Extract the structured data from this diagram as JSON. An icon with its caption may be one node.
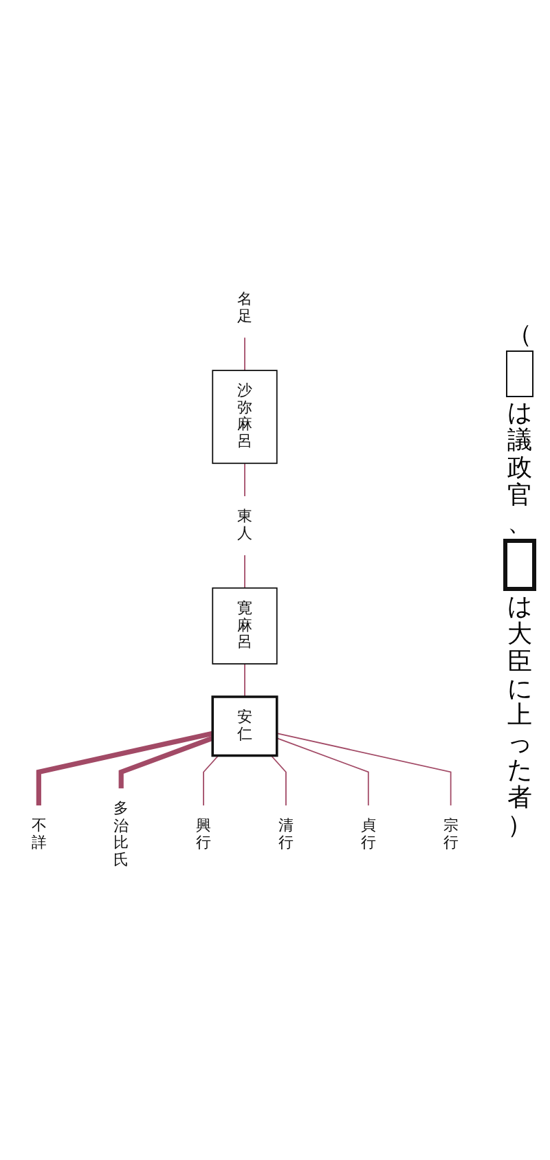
{
  "diagram": {
    "nodes": [
      {
        "text": [
          "名足"
        ]
      },
      {
        "text": [
          "沙弥麻呂"
        ]
      },
      {
        "text": [
          "東人"
        ]
      },
      {
        "text": [
          "寛麻呂"
        ]
      },
      {
        "text": [
          "安仁"
        ]
      },
      {
        "text": [
          "不詳"
        ]
      },
      {
        "text": [
          "多治比氏"
        ]
      },
      {
        "text": [
          "興行"
        ]
      },
      {
        "text": [
          "清行"
        ]
      },
      {
        "text": [
          "貞行"
        ]
      },
      {
        "text": [
          "宗行"
        ]
      }
    ],
    "edges": [
      {
        "from": 0,
        "to": 1,
        "arrow": "none"
      },
      {
        "from": 1,
        "to": 2,
        "arrow": "none"
      },
      {
        "from": 2,
        "to": 3,
        "arrow": "none"
      },
      {
        "from": 3,
        "to": 4,
        "arrow": "none"
      },
      {
        "from": 4,
        "to": 5,
        "arrow": "none",
        "style": "thick"
      },
      {
        "from": 4,
        "to": 6,
        "arrow": "none",
        "style": "thick"
      },
      {
        "from": 4,
        "to": 7,
        "arrow": "none"
      },
      {
        "from": 4,
        "to": 8,
        "arrow": "none"
      },
      {
        "from": 4,
        "to": 9,
        "arrow": "none"
      },
      {
        "from": 4,
        "to": 10,
        "arrow": "none"
      }
    ],
    "labels": [
      "（",
      "）"
    ],
    "legend": [
      {
        "text": "は議政官、"
      },
      {
        "text": "は大臣に上った者"
      }
    ]
  }
}
